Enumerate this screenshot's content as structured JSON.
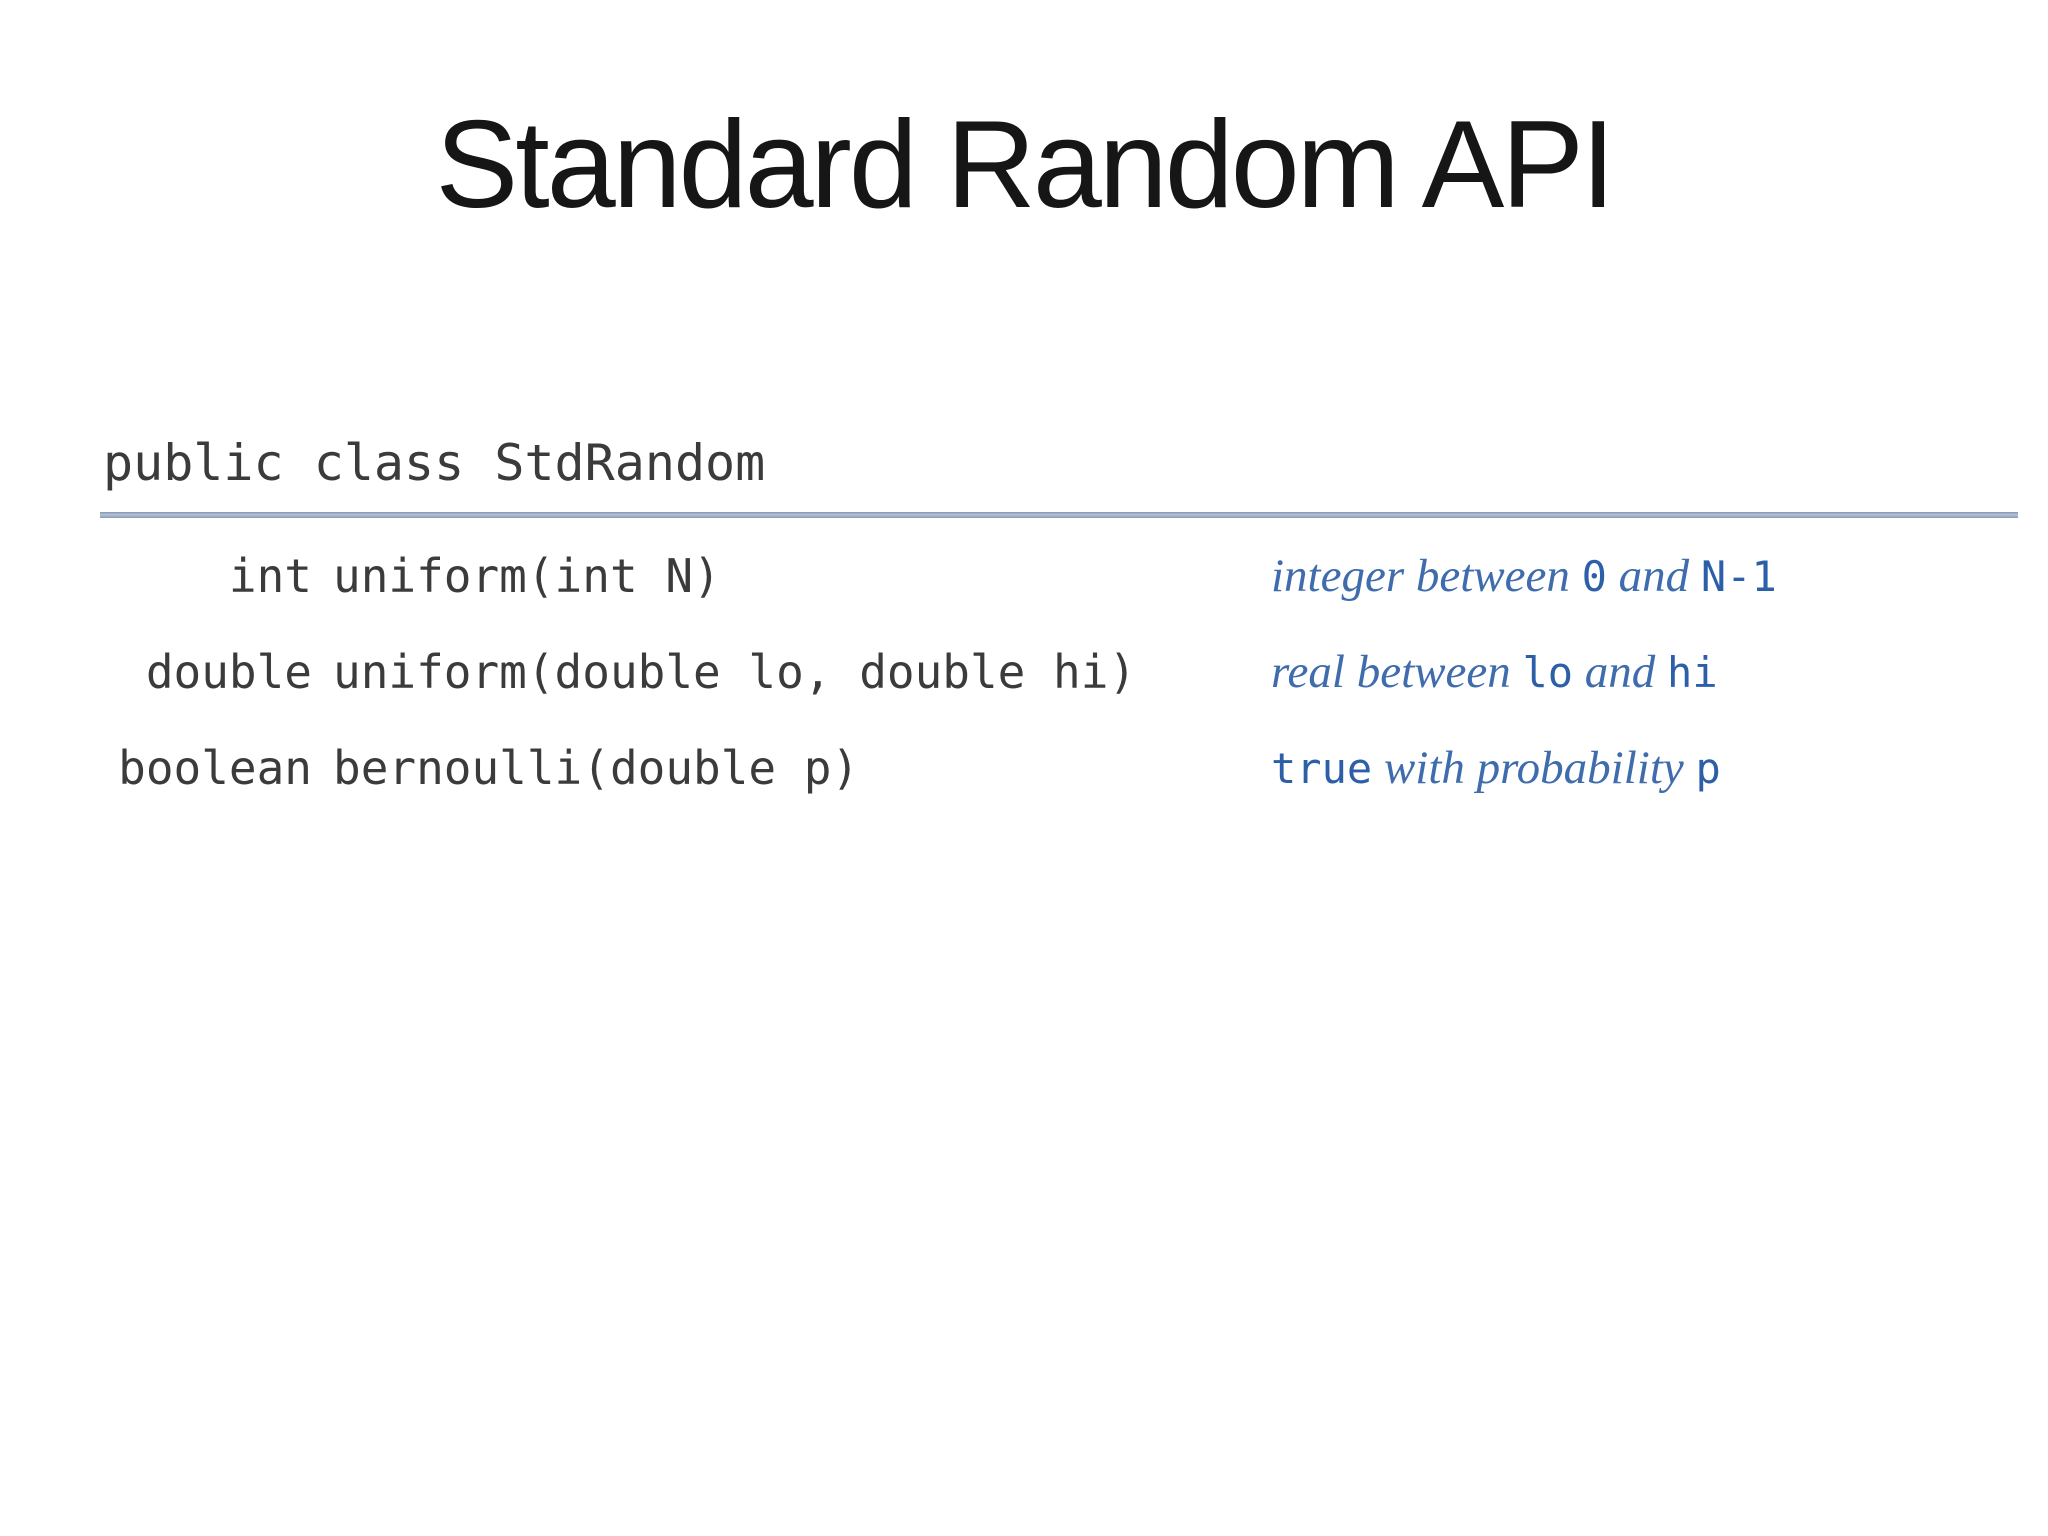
{
  "slide": {
    "title": "Standard Random API",
    "table": {
      "class_declaration": "public class StdRandom",
      "rows": [
        {
          "return_type": "int",
          "signature": "uniform(int N)",
          "desc": [
            {
              "t": "integer between ",
              "s": "prose"
            },
            {
              "t": "0",
              "s": "code"
            },
            {
              "t": " and ",
              "s": "prose"
            },
            {
              "t": "N-1",
              "s": "code"
            }
          ]
        },
        {
          "return_type": "double",
          "signature": "uniform(double lo, double hi)",
          "desc": [
            {
              "t": "real between ",
              "s": "prose"
            },
            {
              "t": "lo",
              "s": "code"
            },
            {
              "t": " and ",
              "s": "prose"
            },
            {
              "t": "hi",
              "s": "code"
            }
          ]
        },
        {
          "return_type": "boolean",
          "signature": "bernoulli(double p)",
          "desc": [
            {
              "t": "true",
              "s": "code"
            },
            {
              "t": " with probability ",
              "s": "prose"
            },
            {
              "t": "p",
              "s": "code"
            }
          ]
        }
      ]
    },
    "colors": {
      "annotation_blue": "#3f6cac",
      "code_token_blue": "#2d5fa8",
      "code_gray": "#3b3b3b",
      "rule_blue_gray": "#8a9ab2",
      "background": "#ffffff"
    }
  }
}
